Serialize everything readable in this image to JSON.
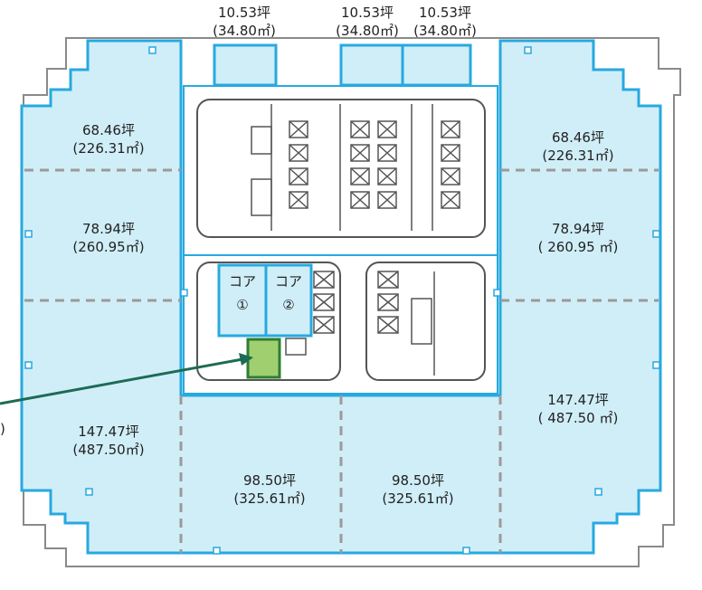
{
  "floor_plan": {
    "top_units": [
      {
        "tsubo": "10.53坪",
        "sqm": "(34.80㎡)"
      },
      {
        "tsubo": "10.53坪",
        "sqm": "(34.80㎡)"
      },
      {
        "tsubo": "10.53坪",
        "sqm": "(34.80㎡)"
      }
    ],
    "west_units": [
      {
        "tsubo": "68.46坪",
        "sqm": "(226.31㎡)"
      },
      {
        "tsubo": "78.94坪",
        "sqm": "(260.95㎡)"
      },
      {
        "tsubo": "147.47坪",
        "sqm": "(487.50㎡)"
      }
    ],
    "east_units": [
      {
        "tsubo": "68.46坪",
        "sqm": "(226.31㎡)"
      },
      {
        "tsubo": "78.94坪",
        "sqm": "( 260.95 ㎡)"
      },
      {
        "tsubo": "147.47坪",
        "sqm": "( 487.50 ㎡)"
      }
    ],
    "south_units": [
      {
        "tsubo": "98.50坪",
        "sqm": "(325.61㎡)"
      },
      {
        "tsubo": "98.50坪",
        "sqm": "(325.61㎡)"
      }
    ],
    "core_rooms": [
      {
        "label": "コア",
        "number": "①"
      },
      {
        "label": "コア",
        "number": "②"
      }
    ],
    "edge_fragment": ")",
    "colors": {
      "rental_fill": "#d0eef8",
      "rental_border": "#27a9e0",
      "highlight_fill": "#9fcf6f",
      "highlight_border": "#2e7d32",
      "arrow": "#1d6b55",
      "wall": "#555555",
      "divider": "#9a9a9a"
    }
  }
}
